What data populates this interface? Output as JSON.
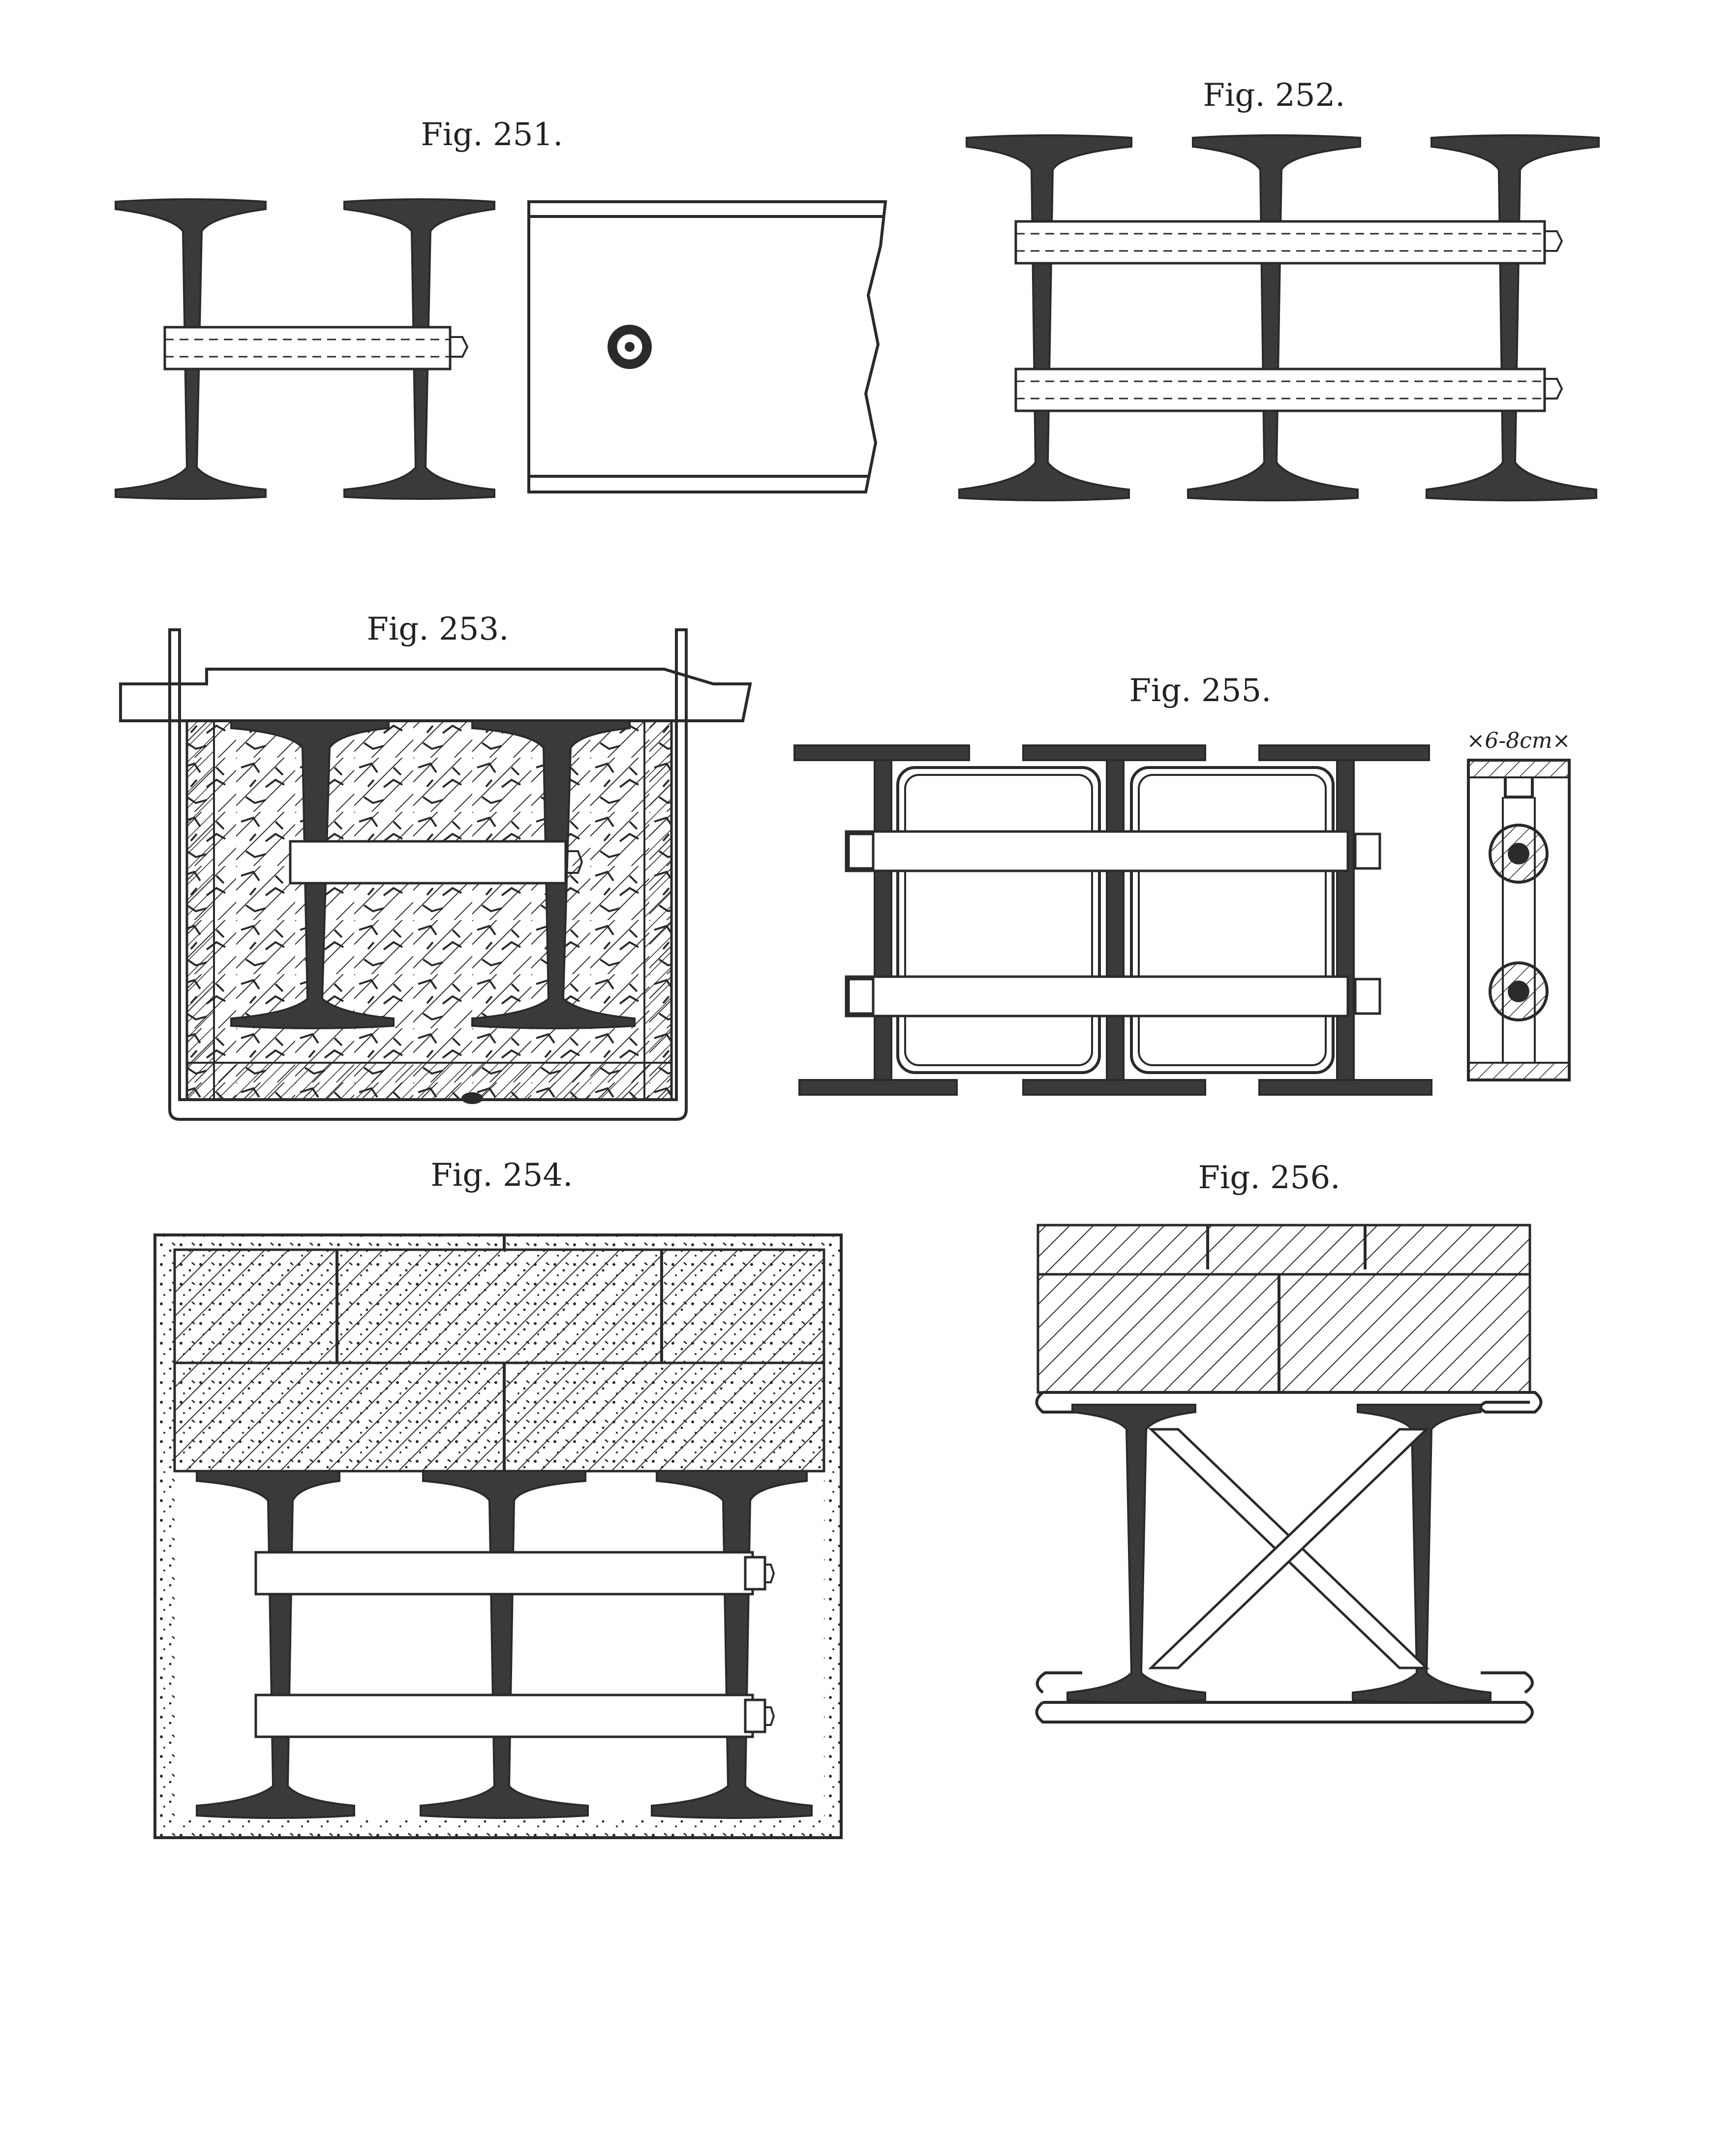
{
  "figures": [
    {
      "id": "fig-251",
      "caption": "Fig. 251."
    },
    {
      "id": "fig-252",
      "caption": "Fig. 252."
    },
    {
      "id": "fig-253",
      "caption": "Fig. 253."
    },
    {
      "id": "fig-254",
      "caption": "Fig. 254."
    },
    {
      "id": "fig-255",
      "caption": "Fig. 255.",
      "dimension_label": "×6-8cm×"
    },
    {
      "id": "fig-256",
      "caption": "Fig. 256."
    }
  ]
}
